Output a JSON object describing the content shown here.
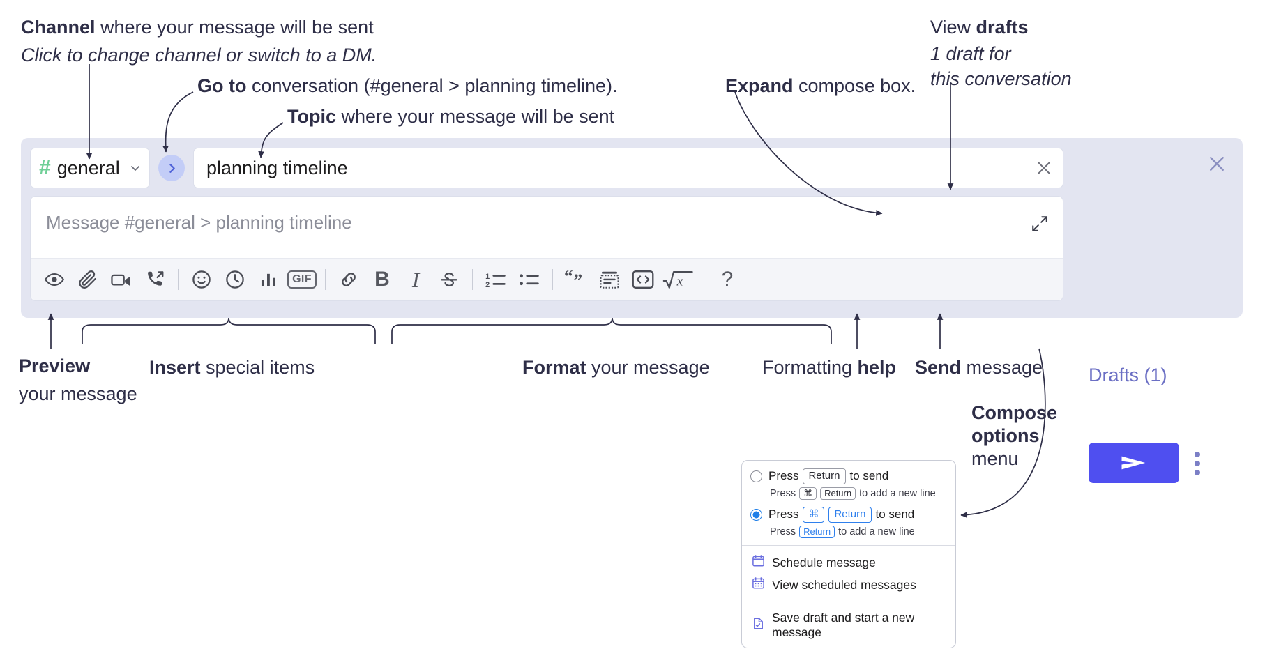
{
  "annotations": {
    "channel": {
      "bold": "Channel",
      "rest": " where your message will be sent",
      "sub": "Click to change channel or switch to a DM."
    },
    "goto": {
      "bold": "Go to",
      "rest": " conversation (#general > planning timeline)."
    },
    "topic": {
      "bold": "Topic",
      "rest": " where your message will be sent"
    },
    "expand": {
      "bold": "Expand",
      "rest": " compose box."
    },
    "drafts": {
      "lead": "View ",
      "bold": "drafts",
      "sub1": "1 draft for",
      "sub2": "this conversation"
    },
    "preview": {
      "bold": "Preview",
      "line2": "your message"
    },
    "insert": {
      "bold": "Insert",
      "rest": " special items"
    },
    "format": {
      "bold": "Format",
      "rest": " your message"
    },
    "help": {
      "lead": "Formatting ",
      "bold": "help"
    },
    "send": {
      "bold": "Send",
      "rest": " message"
    },
    "compose_options": {
      "bold1": "Compose",
      "bold2": "options",
      "rest": "menu"
    }
  },
  "compose": {
    "channel": {
      "hash": "#",
      "name": "general",
      "chevron": "chevron-down-icon"
    },
    "goto_button": "goto-conversation-icon",
    "topic": {
      "value": "planning timeline",
      "clear": "clear-topic-icon"
    },
    "message": {
      "placeholder": "Message #general > planning timeline",
      "expand": "expand-icon"
    },
    "drafts_label": "Drafts (1)",
    "send_label": "send-icon",
    "close_label": "close-icon",
    "overflow_label": "compose-options-icon",
    "toolbar": [
      {
        "name": "preview-icon",
        "label": "Preview"
      },
      {
        "name": "attachment-icon",
        "label": "Attach file"
      },
      {
        "name": "video-icon",
        "label": "Record video clip"
      },
      {
        "name": "audio-call-icon",
        "label": "Record audio clip"
      },
      {
        "name": "divider",
        "label": ""
      },
      {
        "name": "emoji-icon",
        "label": "Emoji"
      },
      {
        "name": "clock-icon",
        "label": "Reminder"
      },
      {
        "name": "poll-icon",
        "label": "Poll"
      },
      {
        "name": "gif-icon",
        "label": "GIF"
      },
      {
        "name": "divider",
        "label": ""
      },
      {
        "name": "link-icon",
        "label": "Link"
      },
      {
        "name": "bold-icon",
        "label": "B"
      },
      {
        "name": "italic-icon",
        "label": "I"
      },
      {
        "name": "strikethrough-icon",
        "label": "S"
      },
      {
        "name": "divider",
        "label": ""
      },
      {
        "name": "ordered-list-icon",
        "label": "Ordered list"
      },
      {
        "name": "bulleted-list-icon",
        "label": "Bulleted list"
      },
      {
        "name": "divider",
        "label": ""
      },
      {
        "name": "blockquote-icon",
        "label": "Blockquote"
      },
      {
        "name": "code-block-icon",
        "label": "Code block"
      },
      {
        "name": "code-icon",
        "label": "Code"
      },
      {
        "name": "math-icon",
        "label": "Math"
      },
      {
        "name": "divider",
        "label": ""
      },
      {
        "name": "help-icon",
        "label": "?"
      }
    ]
  },
  "menu": {
    "option1": {
      "press": "Press",
      "key": "Return",
      "tail": "to send"
    },
    "option1_sub": {
      "press": "Press",
      "key1": "⌘",
      "key2": "Return",
      "tail": "to add a new line"
    },
    "option2": {
      "press": "Press",
      "key1": "⌘",
      "key2": "Return",
      "tail": "to send"
    },
    "option2_sub": {
      "press": "Press",
      "key": "Return",
      "tail": "to add a new line"
    },
    "selected_index": 1,
    "items": [
      {
        "icon": "calendar-schedule-icon",
        "label": "Schedule message"
      },
      {
        "icon": "calendar-grid-icon",
        "label": "View scheduled messages"
      },
      {
        "icon": "save-draft-icon",
        "label": "Save draft and start a new message"
      }
    ]
  },
  "colors": {
    "panel_bg": "#e3e5f1",
    "send_purple": "#4f4ff0",
    "hash_green": "#6fcf97",
    "goto_blue": "#c3cdf7",
    "link_blue": "#6b6fc4",
    "key_blue": "#2f80ed",
    "ink": "#2e2e47"
  }
}
